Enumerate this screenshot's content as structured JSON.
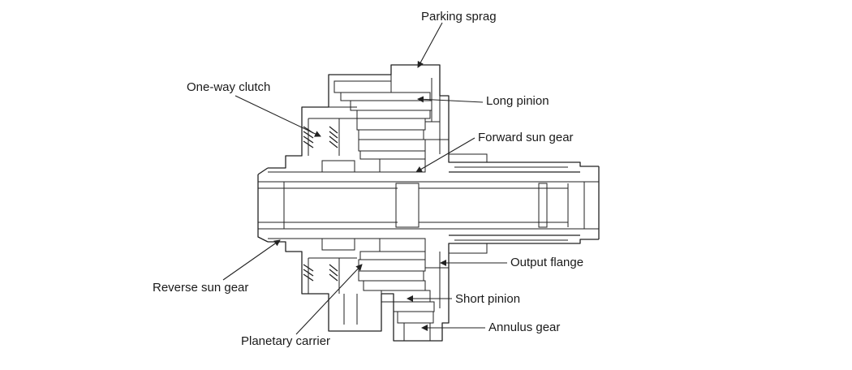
{
  "labels": {
    "parking_sprag": "Parking sprag",
    "one_way_clutch": "One-way clutch",
    "long_pinion": "Long pinion",
    "forward_sun_gear": "Forward sun gear",
    "output_flange": "Output flange",
    "reverse_sun_gear": "Reverse sun gear",
    "short_pinion": "Short pinion",
    "annulus_gear": "Annulus gear",
    "planetary_carrier": "Planetary carrier"
  },
  "colors": {
    "line": "#222222",
    "background": "#ffffff"
  }
}
